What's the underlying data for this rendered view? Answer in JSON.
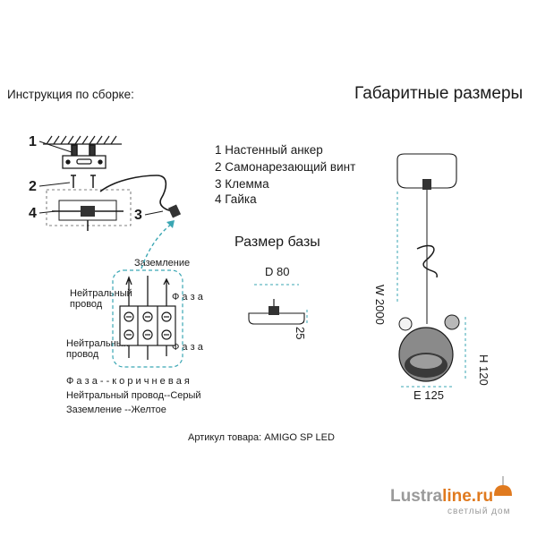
{
  "assembly_title": "Инструкция по сборке:",
  "dimensions_title": "Габаритные размеры",
  "callouts": [
    "1",
    "2",
    "3",
    "4"
  ],
  "parts_legend": [
    "1 Настенный анкер",
    "2 Самонарезающий винт",
    "3 Клемма",
    "4 Гайка"
  ],
  "base_title": "Размер базы",
  "base_d": "D 80",
  "base_h": "H 25",
  "wiring": {
    "ground": "Заземление",
    "neutral_1": "Нейтральный\nпровод",
    "phase_1": "Ф а з а",
    "neutral_2": "Нейтральный\nпровод",
    "phase_2": "Ф а з а"
  },
  "wire_colors": [
    "Ф а з а - - к о р и ч н е в а я",
    "Нейтральный провод--Серый",
    "Заземление --Желтое"
  ],
  "lamp_w": "W 2000",
  "lamp_h": "H 120",
  "lamp_e": "E 125",
  "article": "Артикул товара: AMIGO SP LED",
  "logo": {
    "brand_a": "Lustra",
    "brand_b": "line.ru",
    "tagline": "светлый дом"
  },
  "colors": {
    "accent_teal": "#3aa6b3",
    "logo_orange": "#e07a1f",
    "line": "#1a1a1a"
  }
}
